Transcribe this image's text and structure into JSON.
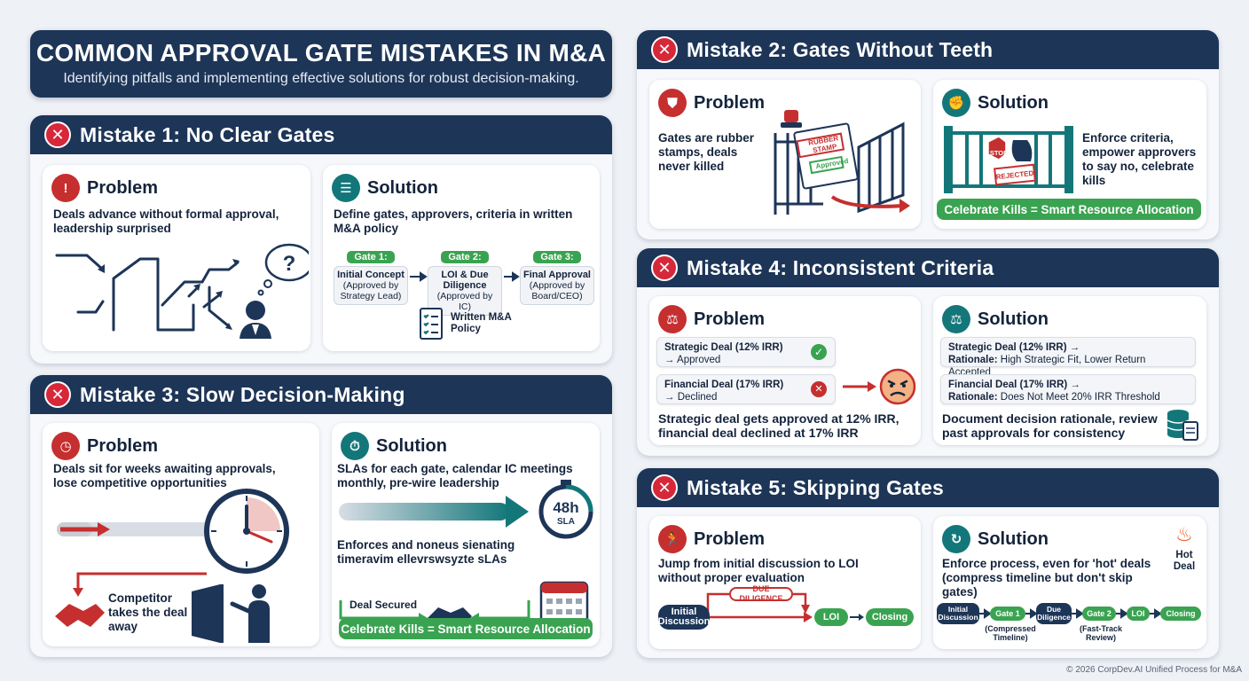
{
  "header": {
    "title": "COMMON APPROVAL GATE MISTAKES IN M&A",
    "subtitle": "Identifying pitfalls and implementing effective solutions for robust decision-making."
  },
  "labels": {
    "problem": "Problem",
    "solution": "Solution"
  },
  "mistake1": {
    "title": "Mistake 1: No Clear Gates",
    "problem_text": "Deals advance without formal approval, leadership surprised",
    "solution_text": "Define gates, approvers, criteria in written M&A policy",
    "gates": [
      {
        "tag": "Gate 1:",
        "name": "Initial Concept",
        "approver": "(Approved by Strategy Lead)"
      },
      {
        "tag": "Gate 2:",
        "name": "LOI & Due Diligence",
        "approver": "(Approved by IC)"
      },
      {
        "tag": "Gate 3:",
        "name": "Final Approval",
        "approver": "(Approved by Board/CEO)"
      }
    ],
    "policy_label": "Written M&A Policy"
  },
  "mistake2": {
    "title": "Mistake 2: Gates Without Teeth",
    "problem_text": "Gates are rubber stamps, deals never killed",
    "stamp_text": "RUBBER STAMP",
    "stamp_text_2": "Approved",
    "solution_text": "Enforce criteria, empower approvers to say no, celebrate kills",
    "stop_text": "STOP",
    "rejected_text": "REJECTED",
    "banner": "Celebrate Kills = Smart Resource Allocation"
  },
  "mistake3": {
    "title": "Mistake 3: Slow Decision-Making",
    "problem_text": "Deals sit for weeks awaiting approvals, lose competitive opportunities",
    "competitor_text": "Competitor takes the deal away",
    "solution_text": "SLAs for each gate, calendar IC meetings monthly, pre-wire leadership",
    "sla_value": "48h",
    "sla_label": "SLA",
    "enforce_text": "Enforces and noneus sienating timeravim ellevrswsyzte sLAs",
    "deal_secured": "Deal Secured",
    "banner": "Celebrate Kills = Smart Resource Allocation"
  },
  "mistake4": {
    "title": "Mistake 4: Inconsistent Criteria",
    "problem_rows": [
      {
        "title": "Strategic Deal (12% IRR)",
        "result": "→ Approved"
      },
      {
        "title": "Financial Deal (17% IRR)",
        "result": "→ Declined"
      }
    ],
    "problem_text": "Strategic deal gets approved at 12% IRR, financial deal declined at 17% IRR",
    "solution_rows": [
      {
        "title": "Strategic Deal (12% IRR) →",
        "rationale_label": "Rationale:",
        "rationale": "High Strategic Fit, Lower Return Accepted"
      },
      {
        "title": "Financial Deal (17% IRR) →",
        "rationale_label": "Rationale:",
        "rationale": "Does Not Meet 20% IRR Threshold"
      }
    ],
    "solution_text": "Document decision rationale, review past approvals for consistency"
  },
  "mistake5": {
    "title": "Mistake 5: Skipping Gates",
    "problem_text": "Jump from initial discussion to LOI without proper evaluation",
    "problem_flow": {
      "start": "Initial Discussion",
      "skipped": "DUE DILIGENCE",
      "loi": "LOI",
      "closing": "Closing"
    },
    "solution_text": "Enforce process, even for 'hot' deals (compress timeline but don't skip gates)",
    "hot_deal": "Hot Deal",
    "solution_flow": {
      "n1": "Initial Discussion",
      "n2": "Gate 1",
      "n3": "Due Diligence",
      "n4": "Gate 2",
      "n5": "LOI",
      "n6": "Closing",
      "note1": "(Compressed Timeline)",
      "note2": "(Fast-Track Review)"
    }
  },
  "footer": "© 2026 CorpDev.AI Unified Process for M&A",
  "colors": {
    "navy": "#1d3557",
    "red": "#d62839",
    "green": "#3aa351",
    "teal": "#13777a"
  }
}
